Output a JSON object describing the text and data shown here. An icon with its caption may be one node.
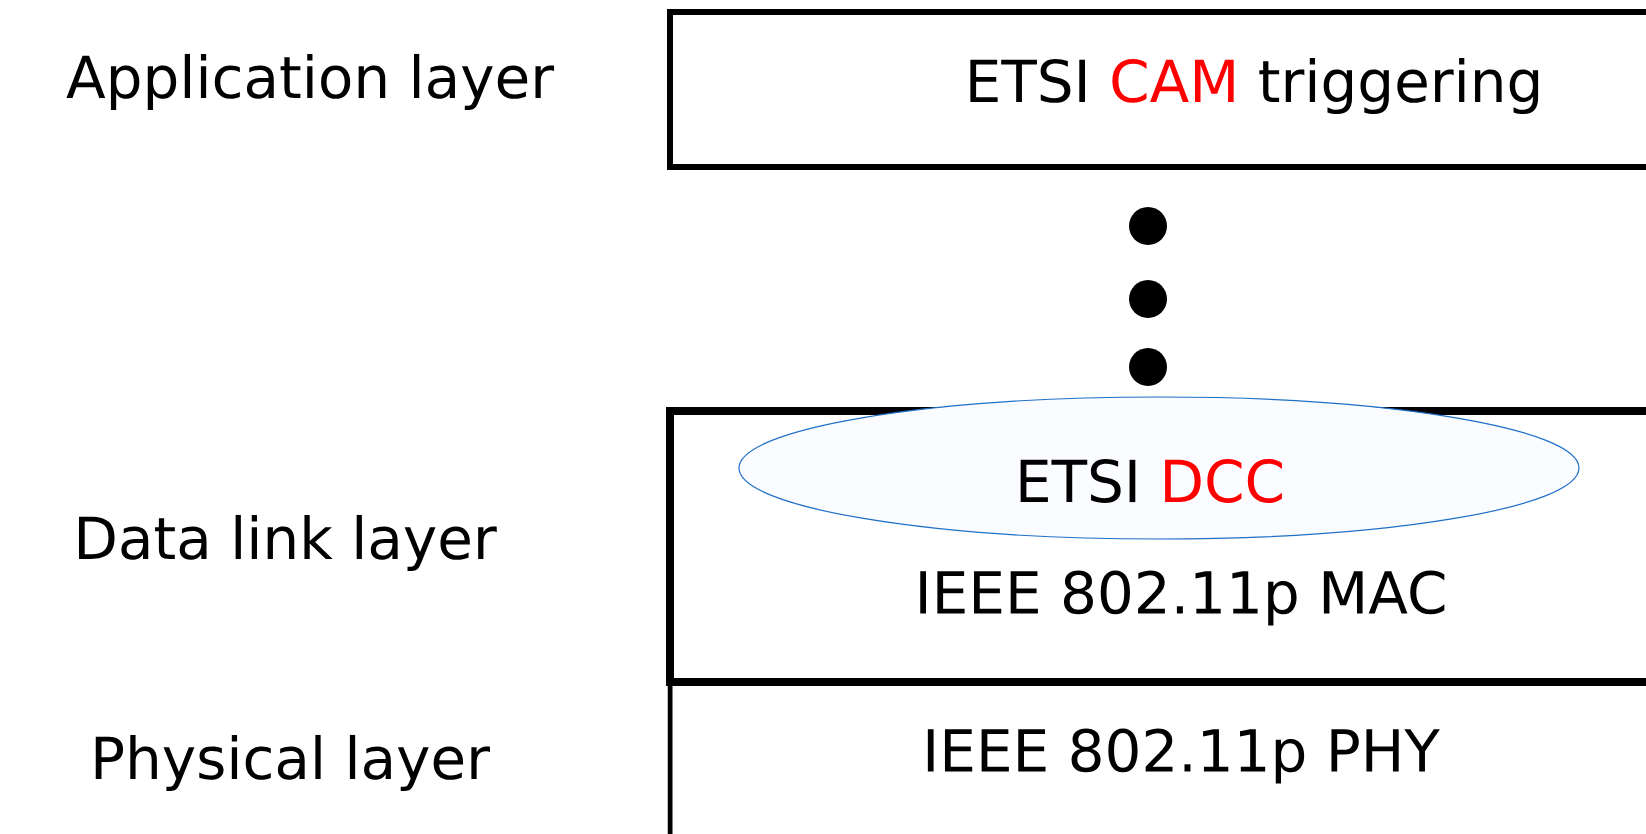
{
  "diagram": {
    "nodes": [
      {
        "text": [
          "ETSI",
          "CAM",
          "triggering"
        ]
      },
      {
        "text": [
          "IEEE 802.11p MAC"
        ]
      },
      {
        "text": [
          "ETSI",
          "DCC"
        ]
      },
      {
        "text": [
          "IEEE 802.11p  PHY"
        ]
      }
    ],
    "labels": [
      "Application layer",
      "Data link layer",
      "Physical layer"
    ]
  }
}
